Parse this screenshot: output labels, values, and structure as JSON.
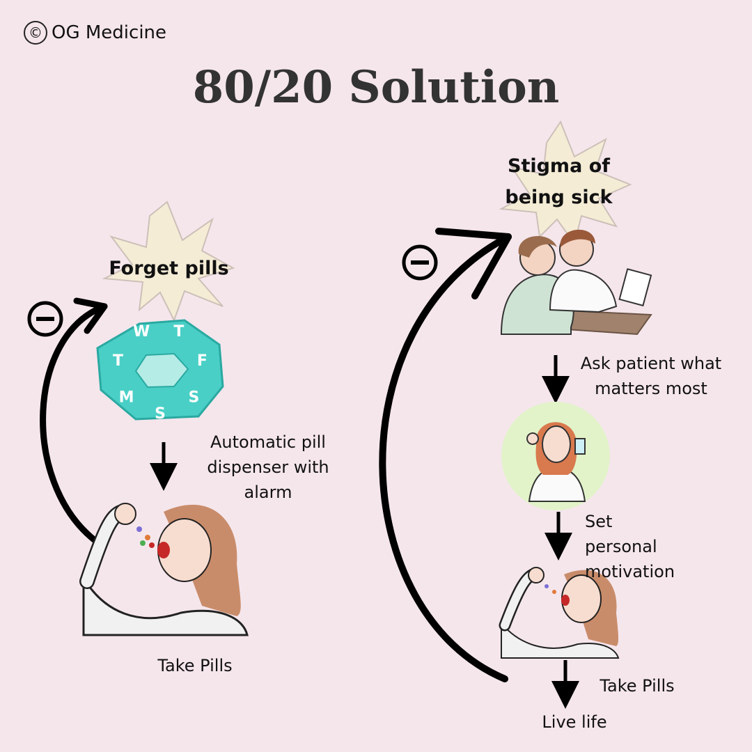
{
  "brand": {
    "symbol": "©",
    "name": "OG Medicine"
  },
  "title": "80/20 Solution",
  "colors": {
    "background": "#f5e6ec",
    "starburst": "#f5ecd6",
    "pillbox": "#3fc9c2",
    "green_circle": "#e2f3c9"
  },
  "left_flow": {
    "problem": "Forget pills",
    "minus_symbol": "⊖",
    "step1": "Automatic pill dispenser with alarm",
    "step2": "Take Pills",
    "pillbox_days": [
      "S",
      "M",
      "T",
      "W",
      "T",
      "F",
      "S"
    ]
  },
  "right_flow": {
    "problem": "Stigma of being sick",
    "minus_symbol": "⊖",
    "step1": "Ask patient what matters most",
    "step2": "Set personal motivation",
    "step3": "Take Pills",
    "step4": "Live life"
  }
}
